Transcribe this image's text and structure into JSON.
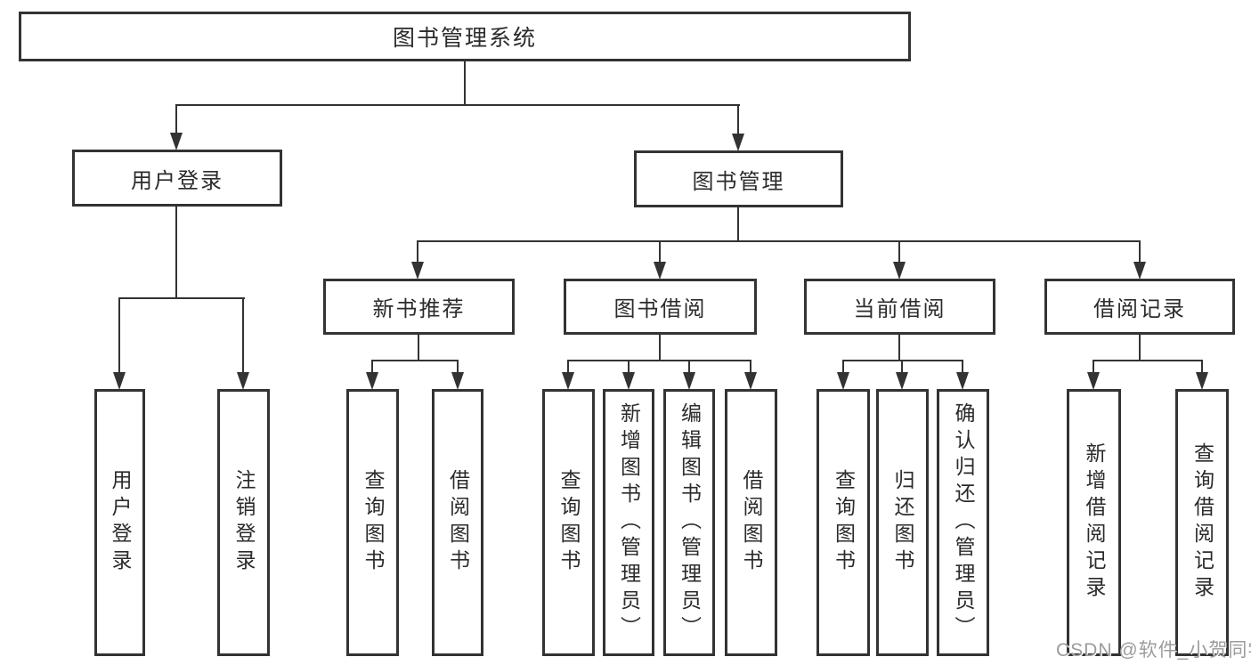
{
  "tree": {
    "root": {
      "label": "图书管理系统"
    },
    "level2": [
      {
        "label": "用户登录",
        "children": [
          "用户登录",
          "注销登录"
        ]
      },
      {
        "label": "图书管理",
        "children": [
          {
            "label": "新书推荐",
            "children": [
              "查询图书",
              "借阅图书"
            ]
          },
          {
            "label": "图书借阅",
            "children": [
              "查询图书",
              "新增图书（管理员）",
              "编辑图书（管理员）",
              "借阅图书"
            ]
          },
          {
            "label": "当前借阅",
            "children": [
              "查询图书",
              "归还图书",
              "确认归还（管理员）"
            ]
          },
          {
            "label": "借阅记录",
            "children": [
              "新增借阅记录",
              "查询借阅记录"
            ]
          }
        ]
      }
    ]
  },
  "watermark": {
    "text": "CSDN @软件_小贺同学"
  },
  "colors": {
    "line": "#333333",
    "node_border": "#333333",
    "node_text": "#2b2b2b",
    "background": "#ffffff",
    "watermark": "#9b9b9b"
  }
}
